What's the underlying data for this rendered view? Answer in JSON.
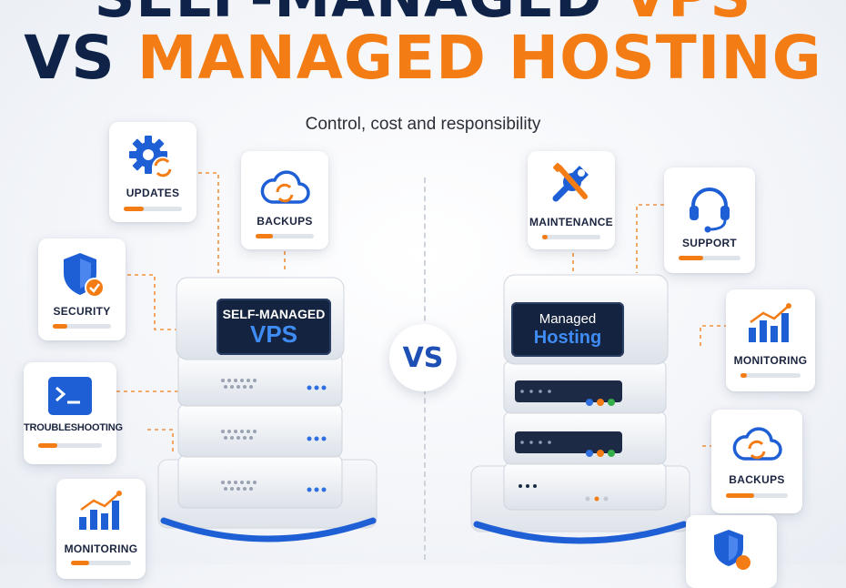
{
  "title": {
    "line1_part1": "SELF-MANAGED",
    "line1_part2": "VPS",
    "line2_part1": "VS",
    "line2_part2": "MANAGED HOSTING"
  },
  "subtitle": "Control, cost and responsibility",
  "vs_label": "VS",
  "colors": {
    "navy": "#0f2348",
    "orange": "#f47c14",
    "blue": "#1d4fb5"
  },
  "self_managed": {
    "screen_line1": "SELF-MANAGED",
    "screen_line2": "VPS",
    "cards": [
      {
        "label": "UPDATES",
        "icon": "gear-sync-icon",
        "progress": 0.35
      },
      {
        "label": "BACKUPS",
        "icon": "cloud-sync-icon",
        "progress": 0.3
      },
      {
        "label": "SECURITY",
        "icon": "shield-check-icon",
        "progress": 0.25
      },
      {
        "label": "TROUBLESHOOTING",
        "icon": "terminal-icon",
        "progress": 0.3
      },
      {
        "label": "MONITORING",
        "icon": "bar-chart-icon",
        "progress": 0.3
      }
    ]
  },
  "managed": {
    "screen_line1": "Managed",
    "screen_line2": "Hosting",
    "cards": [
      {
        "label": "MAINTENANCE",
        "icon": "wrench-screwdriver-icon",
        "progress": 0.1
      },
      {
        "label": "SUPPORT",
        "icon": "headset-icon",
        "progress": 0.4
      },
      {
        "label": "MONITORING",
        "icon": "bar-chart-icon",
        "progress": 0.1
      },
      {
        "label": "BACKUPS",
        "icon": "cloud-sync-icon",
        "progress": 0.45
      },
      {
        "label": "",
        "icon": "shield-icon",
        "progress": null
      }
    ]
  }
}
